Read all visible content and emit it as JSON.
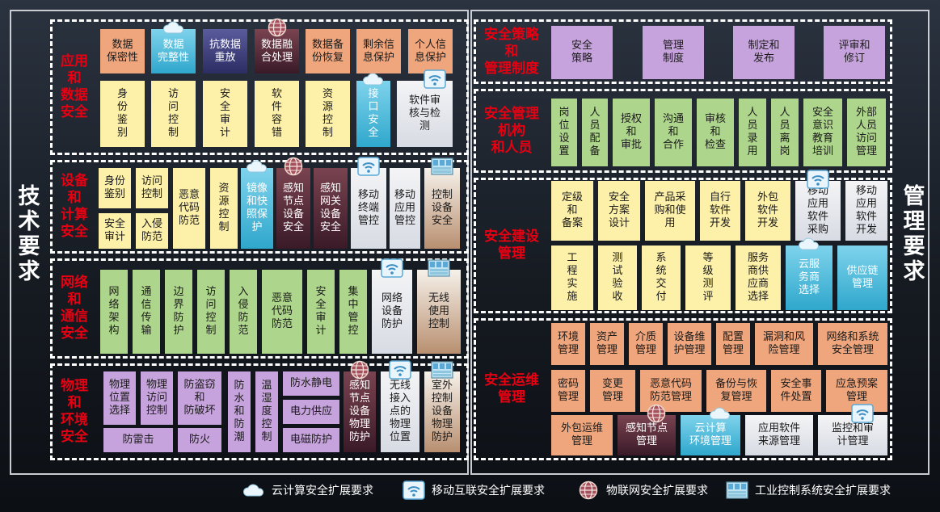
{
  "side_labels": {
    "tech": "技术要求",
    "mgmt": "管理要求"
  },
  "legend": {
    "cloud": "云计算安全扩展要求",
    "mobile": "移动互联安全扩展要求",
    "iot": "物联网安全扩展要求",
    "ics": "工业控制系统安全扩展要求"
  },
  "icon_kinds": {
    "cloud": "cloud-icon",
    "mobile": "wifi-icon",
    "iot": "globe-icon",
    "ics": "control-panel-icon"
  },
  "groups": {
    "app": {
      "label": "应用\n和\n数据\n安全",
      "items": [
        "数据\n保密性",
        "数据\n完整性",
        "抗数据\n重放",
        "数据融\n合处理",
        "数据备\n份恢复",
        "剩余信\n息保护",
        "个人信\n息保护",
        "身\n份\n鉴\n别",
        "访\n问\n控\n制",
        "安\n全\n审\n计",
        "软\n件\n容\n错",
        "资\n源\n控\n制",
        "接\n口\n安\n全",
        "软件审\n核与检\n测"
      ]
    },
    "dev": {
      "label": "设备\n和\n计算\n安全",
      "items": [
        "身份\n鉴别",
        "访问\n控制",
        "安全\n审计",
        "入侵\n防范",
        "恶意\n代码\n防范",
        "资\n源\n控\n制",
        "镜像\n和快\n照保\n护",
        "感知\n节点\n设备\n安全",
        "感知\n网关\n设备\n安全",
        "移动\n终端\n管控",
        "移动\n应用\n管控",
        "控制\n设备\n安全"
      ]
    },
    "net": {
      "label": "网络\n和\n通信\n安全",
      "items": [
        "网\n络\n架\n构",
        "通\n信\n传\n输",
        "边\n界\n防\n护",
        "访\n问\n控\n制",
        "入\n侵\n防\n范",
        "恶意\n代码\n防范",
        "安\n全\n审\n计",
        "集\n中\n管\n控",
        "网络\n设备\n防护",
        "无线\n使用\n控制"
      ]
    },
    "phy": {
      "label": "物理\n和\n环境\n安全",
      "items": [
        "物理\n位置\n选择",
        "物理\n访问\n控制",
        "防盗窃\n和\n防破坏",
        "防\n水\n和\n防\n潮",
        "温\n湿\n度\n控\n制",
        "防水静电",
        "电力供应",
        "电磁防护",
        "防雷击",
        "防火",
        "感知\n节点\n设备\n物理\n防护",
        "无线\n接入\n点的\n物理\n位置",
        "室外\n控制\n设备\n物理\n防护"
      ]
    },
    "pol": {
      "label": "安全策略\n和\n管理制度",
      "items": [
        "安全\n策略",
        "管理\n制度",
        "制定和\n发布",
        "评审和\n修订"
      ]
    },
    "org": {
      "label": "安全管理\n机构\n和人员",
      "items": [
        "岗\n位\n设\n置",
        "人\n员\n配\n备",
        "授权\n和\n审批",
        "沟通\n和\n合作",
        "审核\n和\n检查",
        "人\n员\n录\n用",
        "人\n员\n离\n岗",
        "安全\n意识\n教育\n培训",
        "外部\n人员\n访问\n管理"
      ]
    },
    "con": {
      "label": "安全建设\n管理",
      "items": [
        "定级\n和\n备案",
        "安全\n方案\n设计",
        "产品采\n购和使\n用",
        "自行\n软件\n开发",
        "外包\n软件\n开发",
        "移动\n应用\n软件\n采购",
        "移动\n应用\n软件\n开发",
        "工\n程\n实\n施",
        "测\n试\n验\n收",
        "系\n统\n交\n付",
        "等\n级\n测\n评",
        "服务\n商供\n应商\n选择",
        "云服\n务商\n选择",
        "供应链\n管理"
      ]
    },
    "ops": {
      "label": "安全运维\n管理",
      "items": [
        "环境\n管理",
        "资产\n管理",
        "介质\n管理",
        "设备维\n护管理",
        "配置\n管理",
        "漏洞和风\n险管理",
        "网络和系统\n安全管理",
        "密码\n管理",
        "变更\n管理",
        "恶意代码\n防范管理",
        "备份与恢\n复管理",
        "安全事\n件处置",
        "应急预案\n管理",
        "外包运维\n管理",
        "感知节点\n管理",
        "云计算\n环境管理",
        "应用软件\n来源管理",
        "监控和审\n计管理"
      ]
    }
  },
  "colors": {
    "label_red": "#e60012",
    "orange": "#f0a67d",
    "yellow": "#fdf0a8",
    "green": "#aed58c",
    "purple": "#c6a3dc"
  }
}
